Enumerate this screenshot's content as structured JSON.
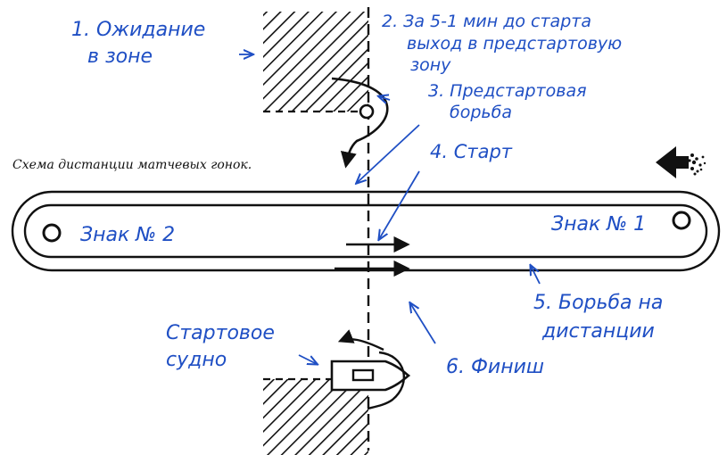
{
  "caption": "Схема дистанции матчевых гонок.",
  "colors": {
    "ink": "#111111",
    "annotation": "#1f4fc4"
  },
  "labels": {
    "waiting": [
      "1. Ожидание",
      "в зоне"
    ],
    "exit": [
      "2. За 5-1 мин до старта",
      "выход в предстартовую",
      "зону"
    ],
    "prestart": [
      "3. Предстартовая",
      "борьба"
    ],
    "start": "4. Старт",
    "course_fight": [
      "5. Борьба на",
      "дистанции"
    ],
    "finish": "6. Финиш",
    "committee": [
      "Стартовое",
      "судно"
    ],
    "mark1": "Знак № 1",
    "mark2": "Знак № 2"
  },
  "icons": {
    "wind": "wind-arrow-icon"
  }
}
